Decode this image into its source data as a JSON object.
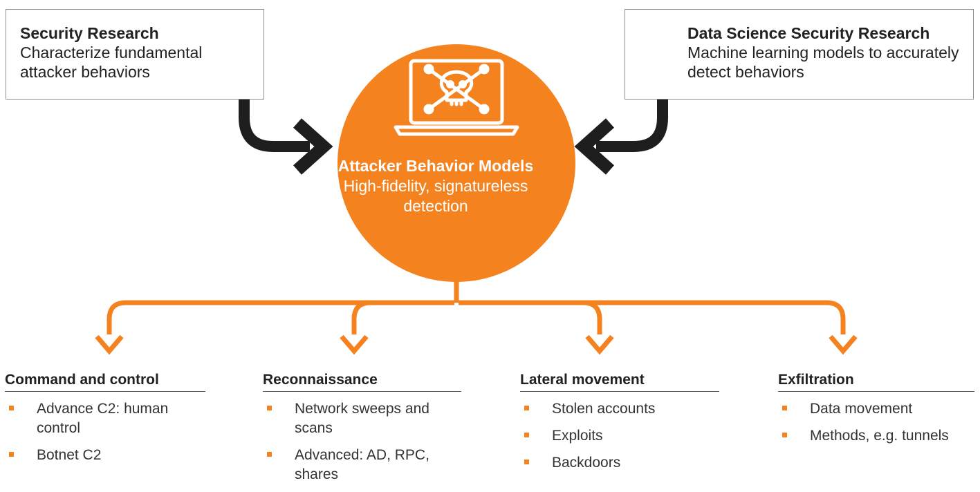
{
  "colors": {
    "accent": "#f4821f",
    "connector": "#1e1e1e",
    "box_border": "#8a8a8a",
    "text": "#222222",
    "center_text": "#ffffff"
  },
  "icons": {
    "center": "laptop-skull-crossbones-icon",
    "left_arrow": "bent-arrow-right-icon",
    "right_arrow": "bent-arrow-left-icon"
  },
  "sources": {
    "left": {
      "title": "Security Research",
      "description": "Characterize fundamental attacker behaviors"
    },
    "right": {
      "title": "Data Science Security Research",
      "description": "Machine learning models to accurately detect behaviors"
    }
  },
  "center": {
    "title": "Attacker Behavior Models",
    "subtitle": "High-fidelity, signatureless detection"
  },
  "categories": [
    {
      "title": "Command and control",
      "items": [
        "Advance C2: human control",
        "Botnet C2"
      ]
    },
    {
      "title": "Reconnaissance",
      "items": [
        "Network sweeps and scans",
        "Advanced: AD, RPC, shares"
      ]
    },
    {
      "title": "Lateral movement",
      "items": [
        "Stolen accounts",
        "Exploits",
        "Backdoors"
      ]
    },
    {
      "title": "Exfiltration",
      "items": [
        "Data movement",
        "Methods, e.g. tunnels"
      ]
    }
  ]
}
